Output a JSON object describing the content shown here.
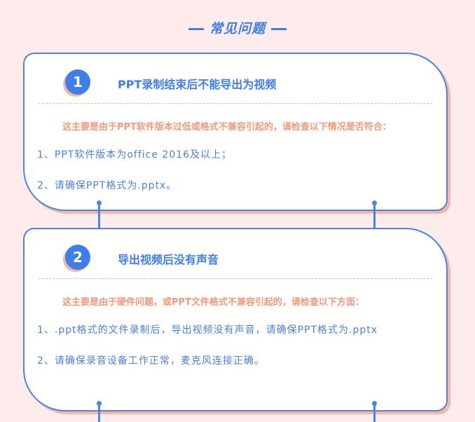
{
  "header": {
    "title": "常见问题"
  },
  "faq": [
    {
      "number": "1",
      "title": "PPT录制结束后不能导出为视频",
      "note": "这主要是由于PPT软件版本过低或格式不兼容引起的，请检查以下情况是否符合：",
      "items": [
        "1、PPT软件版本为office 2016及以上；",
        "2、请确保PPT格式为.pptx。"
      ]
    },
    {
      "number": "2",
      "title": "导出视频后没有声音",
      "note": "这主要是由于硬件问题，或PPT文件格式不兼容引起的，请检查以下方面：",
      "items": [
        "1、.ppt格式的文件录制后，导出视频没有声音，请确保PPT格式为.pptx",
        "2、请确保录音设备工作正常，麦克风连接正确。"
      ]
    }
  ],
  "colors": {
    "accent": "#3f7ee8",
    "note": "#f0997e",
    "background": "#fdeceb",
    "shadow": "#f7b5a5"
  }
}
